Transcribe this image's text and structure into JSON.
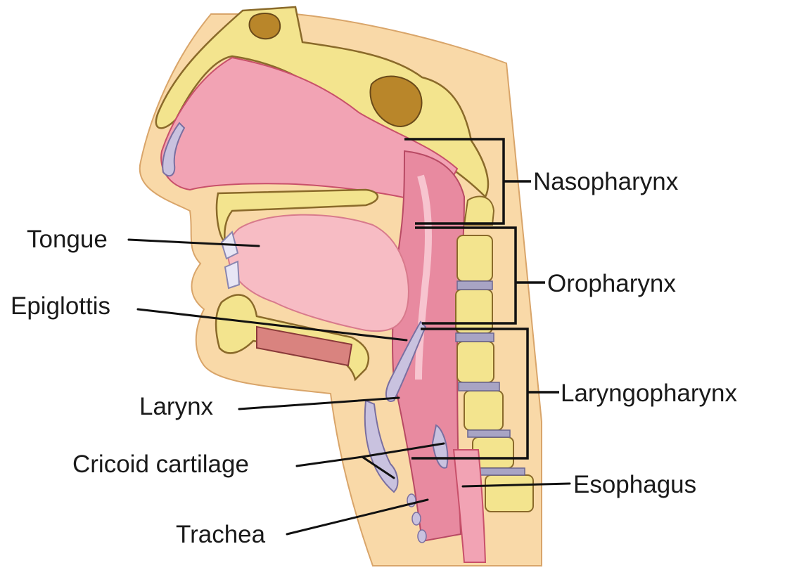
{
  "labels": {
    "tongue": "Tongue",
    "epiglottis": "Epiglottis",
    "larynx": "Larynx",
    "cricoid": "Cricoid cartilage",
    "trachea": "Trachea",
    "nasopharynx": "Nasopharynx",
    "oropharynx": "Oropharynx",
    "laryngopharynx": "Laryngopharynx",
    "esophagus": "Esophagus"
  },
  "colors": {
    "skin": "#f9d9a8",
    "bone": "#f3e48e",
    "bone_outline": "#8a6a2a",
    "cavity_dark": "#b9862a",
    "mucosa": "#f2a3b4",
    "mucosa_dark": "#e0607e",
    "tongue": "#f7bcc4",
    "cartilage": "#c9c2df",
    "muscle": "#d9837f"
  }
}
